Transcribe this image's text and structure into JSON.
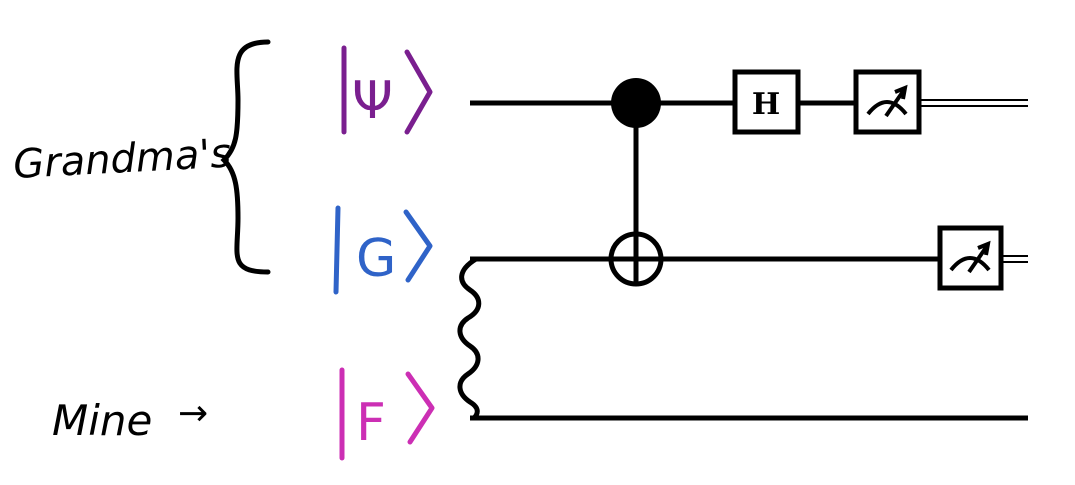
{
  "annotations": {
    "group_label": "Grandma's",
    "mine_label": "Mine",
    "mine_arrow": "→"
  },
  "qubits": [
    {
      "id": "psi",
      "ket": "|Ψ⟩",
      "ket_symbol": "Ψ",
      "color": "#7a1f8f"
    },
    {
      "id": "g",
      "ket": "|G⟩",
      "ket_symbol": "G",
      "color": "#2f63c8"
    },
    {
      "id": "f",
      "ket": "|F⟩",
      "ket_symbol": "F",
      "color": "#cc2fb4"
    }
  ],
  "gates": {
    "hadamard_label": "H",
    "cnot": {
      "control": "psi",
      "target": "g"
    },
    "measurements": [
      "psi",
      "g"
    ]
  },
  "entanglement": {
    "between": [
      "g",
      "f"
    ],
    "style": "wavy"
  },
  "colors": {
    "ink": "#000000",
    "background": "#ffffff"
  }
}
